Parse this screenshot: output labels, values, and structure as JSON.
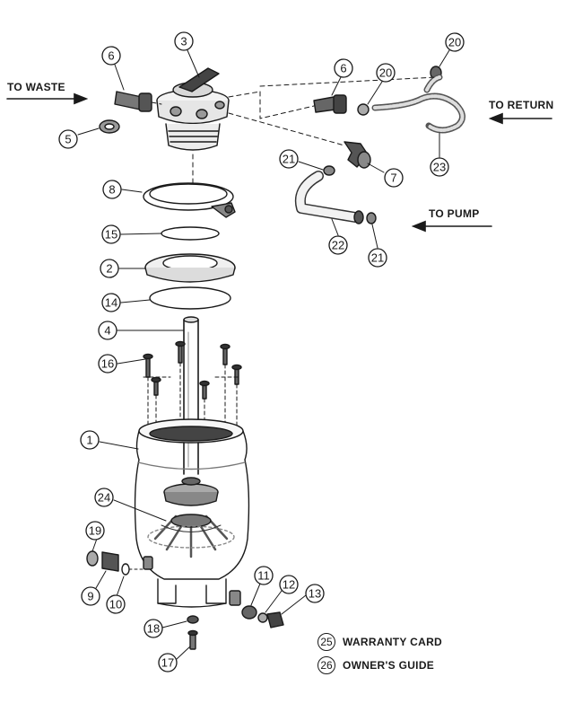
{
  "labels": {
    "to_waste": "TO WASTE",
    "to_return": "TO RETURN",
    "to_pump": "TO PUMP"
  },
  "callouts": [
    "3",
    "6",
    "5",
    "6",
    "20",
    "20",
    "7",
    "21",
    "23",
    "8",
    "15",
    "2",
    "14",
    "4",
    "16",
    "22",
    "21",
    "1",
    "24",
    "19",
    "9",
    "10",
    "11",
    "12",
    "13",
    "18",
    "17"
  ],
  "legend": [
    {
      "num": "25",
      "text": "WARRANTY CARD"
    },
    {
      "num": "26",
      "text": "OWNER'S GUIDE"
    }
  ],
  "colors": {
    "ink": "#1a1a1a",
    "background": "#ffffff",
    "shading": "#555555"
  }
}
